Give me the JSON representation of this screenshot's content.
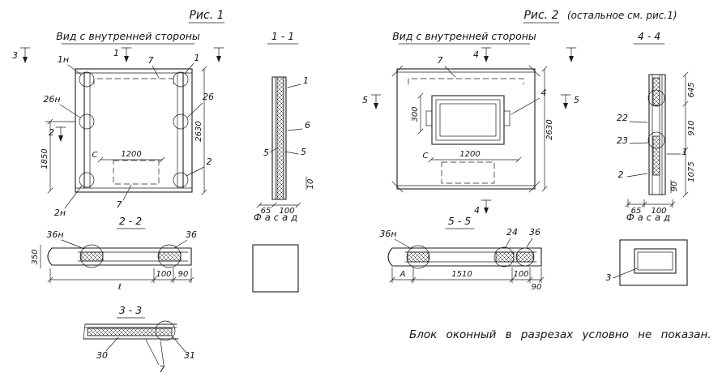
{
  "fig1": {
    "title": "Рис. 1",
    "view_label": "Вид с внутренней стороны",
    "marks": {
      "m3": "3",
      "m1": "1",
      "m2": "2"
    },
    "plan": {
      "callouts": {
        "c1n": "1н",
        "c1": "1",
        "c26n": "26н",
        "c26": "26",
        "c2n": "2н",
        "c2": "2",
        "c7top": "7",
        "c7bot": "7"
      },
      "dims": {
        "h2630": "2630",
        "h1850": "1850",
        "w1200": "1200",
        "c": "С"
      }
    },
    "sec11": {
      "label": "1 - 1",
      "callouts": {
        "c1": "1",
        "c6": "6",
        "c5a": "5",
        "c5b": "5"
      },
      "dims": {
        "d65": "65",
        "d100": "100",
        "d10": "10"
      }
    },
    "facade": {
      "label": "Фасад"
    },
    "sec22": {
      "label": "2 - 2",
      "callouts": {
        "c36n": "36н",
        "c36": "36"
      },
      "dims": {
        "d350": "350",
        "len": "ℓ",
        "d100": "100",
        "d90": "90"
      }
    },
    "sec33": {
      "label": "3 - 3",
      "callouts": {
        "c30": "30",
        "c31": "31",
        "c7": "7"
      }
    }
  },
  "fig2": {
    "title": "Рис. 2",
    "subtitle": "(остальное см. рис.1)",
    "view_label": "Вид с внутренней стороны",
    "marks": {
      "m4top": "4",
      "m4bot": "4",
      "m5l": "5",
      "m5r": "5"
    },
    "plan": {
      "callouts": {
        "c7": "7",
        "c4": "4"
      },
      "dims": {
        "d300": "300",
        "w1200": "1200",
        "c": "С",
        "h2630": "2630"
      }
    },
    "sec44": {
      "label": "4 - 4",
      "callouts": {
        "c22": "22",
        "c23": "23",
        "c1": "1",
        "c2": "2"
      },
      "dims": {
        "d645": "645",
        "d910": "910",
        "d1075": "1075",
        "d65": "65",
        "d100": "100",
        "d90": "90"
      }
    },
    "facade": {
      "label": "Фасад",
      "c3": "3"
    },
    "sec55": {
      "label": "5 - 5",
      "callouts": {
        "c36n": "36н",
        "c24": "24",
        "c36": "36"
      },
      "dims": {
        "aLeft": "А",
        "d1510": "1510",
        "d100": "100",
        "d90": "90"
      }
    }
  },
  "note": "Блок оконный в разрезах условно не показан."
}
